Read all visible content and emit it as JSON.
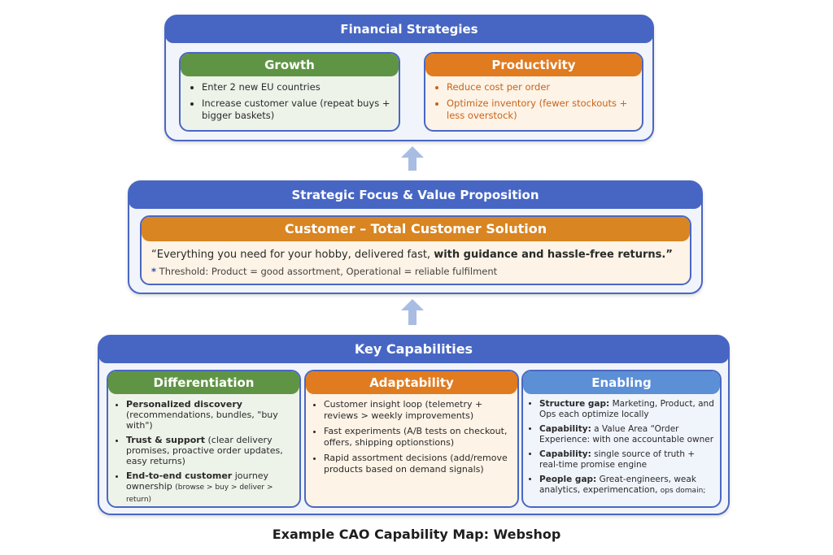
{
  "financial": {
    "title": "Financial Strategies",
    "growth": {
      "title": "Growth",
      "bullets": [
        {
          "t": "Enter 2 new EU countries"
        },
        {
          "t": "Increase customer value (repeat buys + bigger baskets)"
        }
      ]
    },
    "productivity": {
      "title": "Productivity",
      "bullets": [
        {
          "t": "Reduce cost per order"
        },
        {
          "t": "Optimize inventory (fewer stockouts + less overstock)"
        }
      ]
    }
  },
  "strategic": {
    "title": "Strategic Focus & Value Proposition",
    "subtitle": "Customer – Total Customer Solution",
    "quote_plain": "“Everything you need for your hobby, delivered fast, ",
    "quote_bold": "with guidance and hassle-free returns.”",
    "threshold_marker": "*",
    "threshold": "Threshold: Product = good assortment, Operational = reliable fulfilment"
  },
  "capabilities": {
    "title": "Key Capabilities",
    "differentiation": {
      "title": "Differentiation",
      "bullets": [
        {
          "b": "Personalized discovery",
          "t": " (recommendations, bundles, \"buy with\")"
        },
        {
          "b": "Trust & support",
          "t": " (clear delivery promises, proactive order updates, easy returns)"
        },
        {
          "b": "End-to-end customer",
          "t": " journey ownership ",
          "s": "(browse > buy > deliver > return)"
        }
      ]
    },
    "adaptability": {
      "title": "Adaptability",
      "bullets": [
        {
          "t": "Customer insight loop (telemetry + reviews  > weekly improvements)"
        },
        {
          "t": "Fast experiments (A/B tests on checkout, offers, shipping optionstions)"
        },
        {
          "t": "Rapid assortment decisions (add/remove products based on demand signals)"
        }
      ]
    },
    "enabling": {
      "title": "Enabling",
      "bullets": [
        {
          "b": "Structure gap:",
          "t": " Marketing, Product, and Ops each optimize locally"
        },
        {
          "b": "Capability:",
          "t": " a Value Area “Order Experience: with one accountable owner"
        },
        {
          "b": "Capability:",
          "t": " single source of truth + real-time promise engine"
        },
        {
          "b": "People gap:",
          "t": " Great-engineers, weak analytics, experimencation, ",
          "s": "ops domain;"
        }
      ]
    }
  },
  "caption": "Example CAO Capability Map: Webshop",
  "colors": {
    "blue": "#4766c4",
    "green": "#5f9444",
    "orange": "#e07b20",
    "light_blue": "#5b8fd6"
  }
}
